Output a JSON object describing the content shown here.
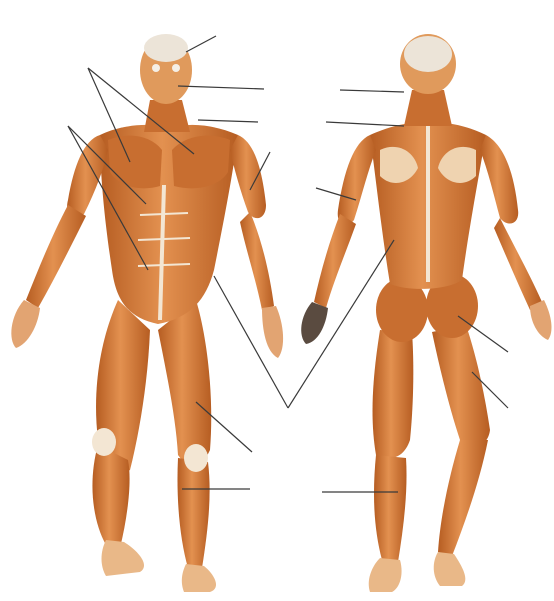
{
  "figure": {
    "views": [
      "anterior",
      "posterior"
    ],
    "labels_visible": false,
    "leader_line_count": 19
  },
  "colors": {
    "background": "#ffffff",
    "muscle": "#d9823f",
    "muscle_dark": "#b65d22",
    "muscle_light": "#eeaa6a",
    "tendon": "#f3e6d3",
    "bone": "#ece4d8",
    "line": "#3a3a3a"
  }
}
